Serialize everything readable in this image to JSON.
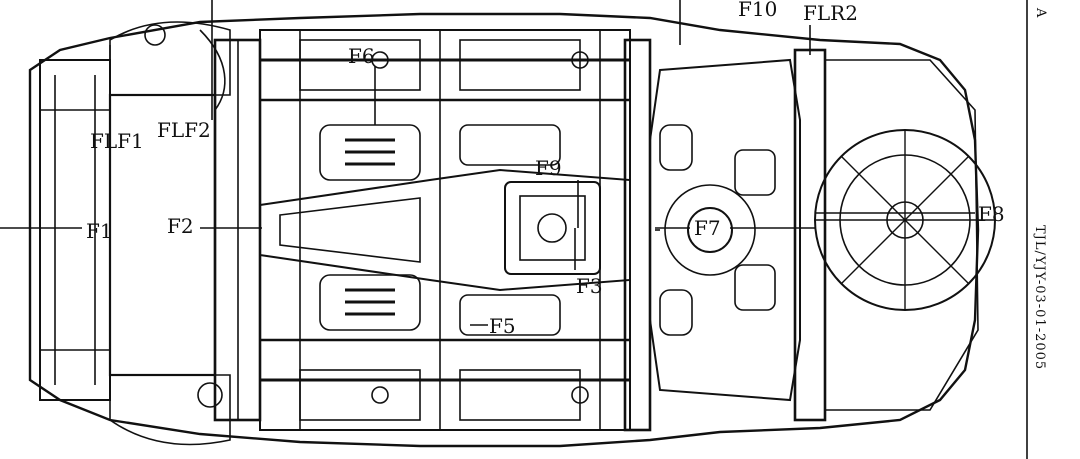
{
  "diagram": {
    "labels": [
      "FLF1",
      "FLF2",
      "F1",
      "F2",
      "F3",
      "F5",
      "F6",
      "F7",
      "F8",
      "F9",
      "F10",
      "FLR2"
    ],
    "side_letter": "A",
    "side_code": "TJL/YJY-03-01-2005"
  }
}
